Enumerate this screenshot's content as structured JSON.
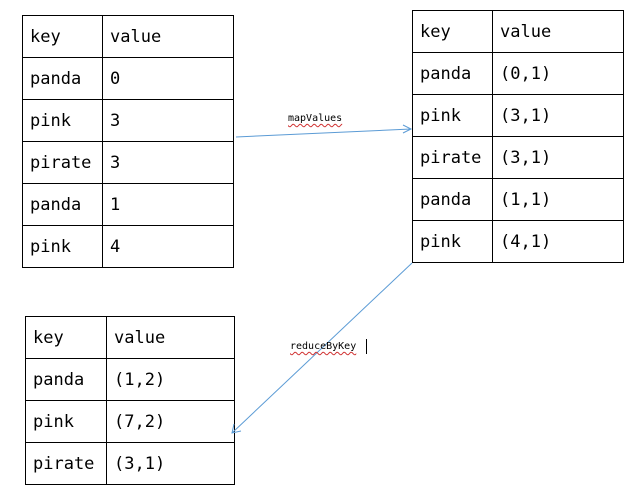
{
  "tables": {
    "input": {
      "header": {
        "key": "key",
        "value": "value"
      },
      "rows": [
        {
          "key": "panda",
          "value": "0"
        },
        {
          "key": "pink",
          "value": "3"
        },
        {
          "key": "pirate",
          "value": "3"
        },
        {
          "key": "panda",
          "value": "1"
        },
        {
          "key": "pink",
          "value": "4"
        }
      ]
    },
    "mapped": {
      "header": {
        "key": "key",
        "value": "value"
      },
      "rows": [
        {
          "key": "panda",
          "value": "(0,1)"
        },
        {
          "key": "pink",
          "value": "(3,1)"
        },
        {
          "key": "pirate",
          "value": "(3,1)"
        },
        {
          "key": "panda",
          "value": "(1,1)"
        },
        {
          "key": "pink",
          "value": "(4,1)"
        }
      ]
    },
    "reduced": {
      "header": {
        "key": "key",
        "value": "value"
      },
      "rows": [
        {
          "key": "panda",
          "value": "(1,2)"
        },
        {
          "key": "pink",
          "value": "(7,2)"
        },
        {
          "key": "pirate",
          "value": "(3,1)"
        }
      ]
    }
  },
  "edges": {
    "map_label": "mapValues",
    "reduce_label": "reduceByKey"
  },
  "colors": {
    "arrow": "#5b9bd5",
    "spellcheck_underline": "#d03030"
  }
}
